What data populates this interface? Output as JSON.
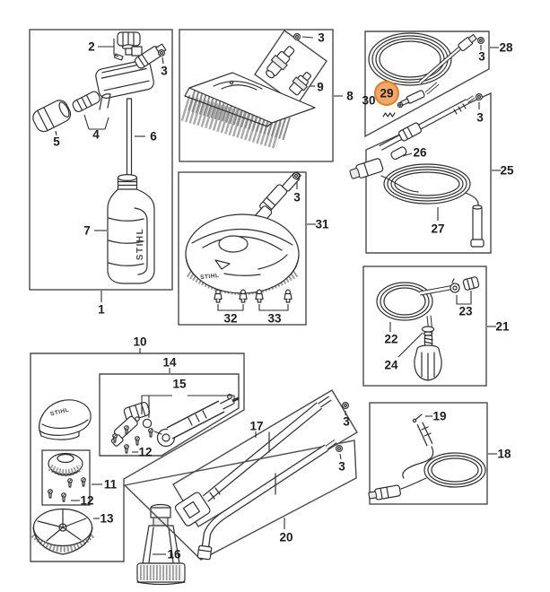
{
  "diagram": {
    "brand_logo": "STIHL",
    "type_note": "exploded-parts-diagram",
    "line_color": "#2e2e2e",
    "box_color": "#4a4a4a",
    "background": "#ffffff"
  },
  "highlight": {
    "label": "29",
    "fill": "#F2A76B",
    "stroke": "#E0801F"
  },
  "parts": {
    "p1": "1",
    "p2": "2",
    "p3": "3",
    "p4": "4",
    "p5": "5",
    "p6": "6",
    "p7": "7",
    "p8": "8",
    "p9": "9",
    "p10": "10",
    "p11": "11",
    "p12": "12",
    "p13": "13",
    "p14": "14",
    "p15": "15",
    "p16": "16",
    "p17": "17",
    "p18": "18",
    "p19": "19",
    "p20": "20",
    "p21": "21",
    "p22": "22",
    "p23": "23",
    "p24": "24",
    "p25": "25",
    "p26": "26",
    "p27": "27",
    "p28": "28",
    "p29": "29",
    "p30": "30",
    "p31": "31",
    "p32": "32",
    "p33": "33"
  }
}
